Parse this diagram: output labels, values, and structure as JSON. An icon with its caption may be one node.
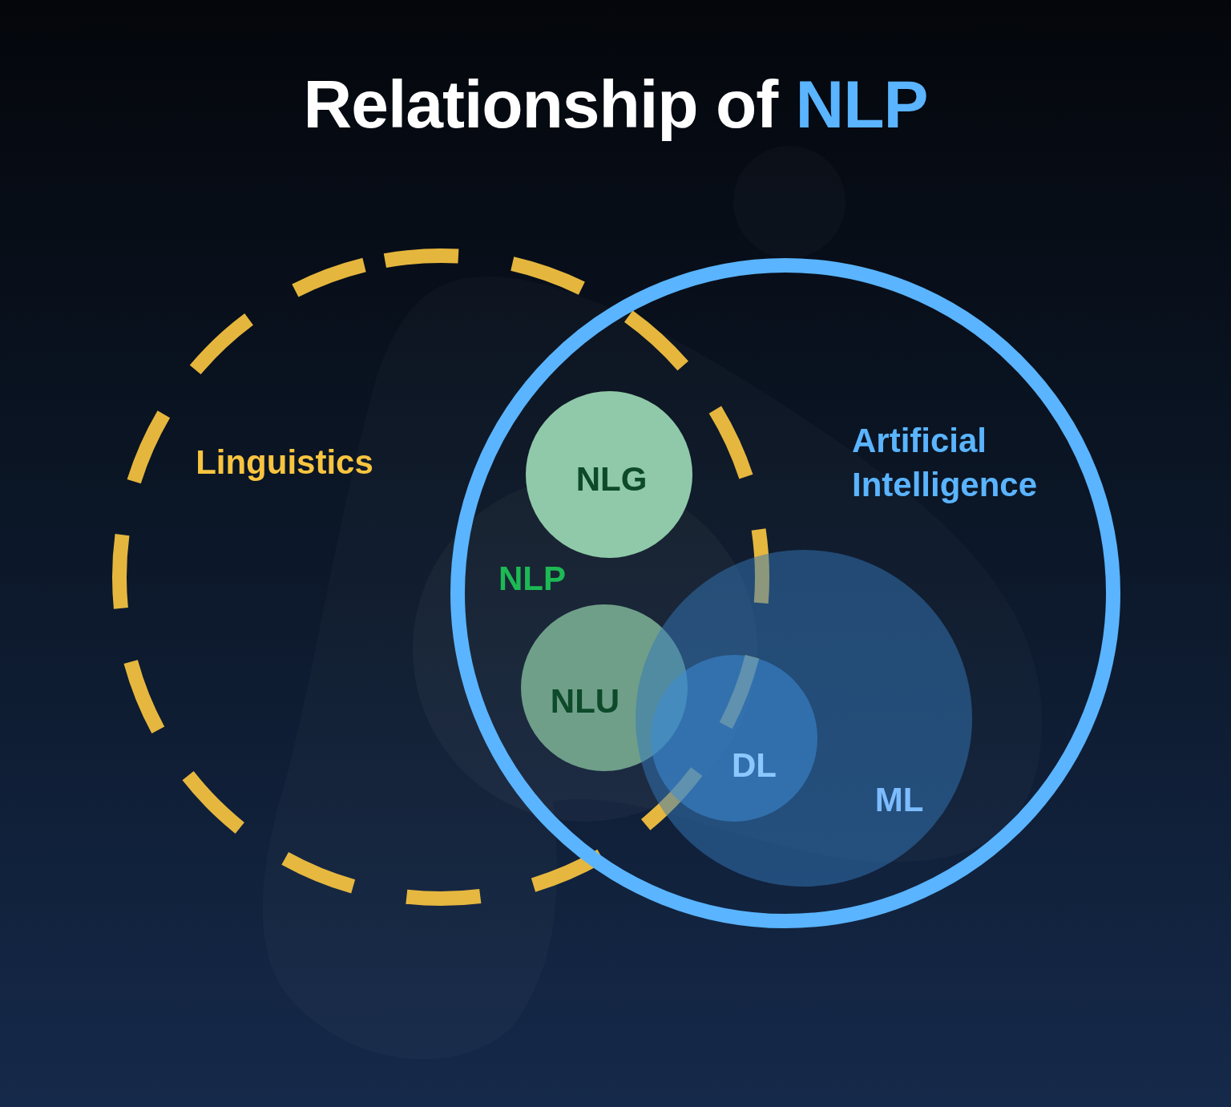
{
  "diagram": {
    "title": "Relationship of **NLP**",
    "nodes": [
      {
        "text": [
          "Linguistics"
        ]
      },
      {
        "text": [
          "Artificial Intelligence"
        ]
      },
      {
        "text": [
          "NLP"
        ]
      },
      {
        "text": [
          "NLG"
        ]
      },
      {
        "text": [
          "NLU"
        ]
      },
      {
        "text": [
          "ML"
        ],
        "in": 1
      },
      {
        "text": [
          "DL"
        ],
        "in": 5
      }
    ]
  }
}
